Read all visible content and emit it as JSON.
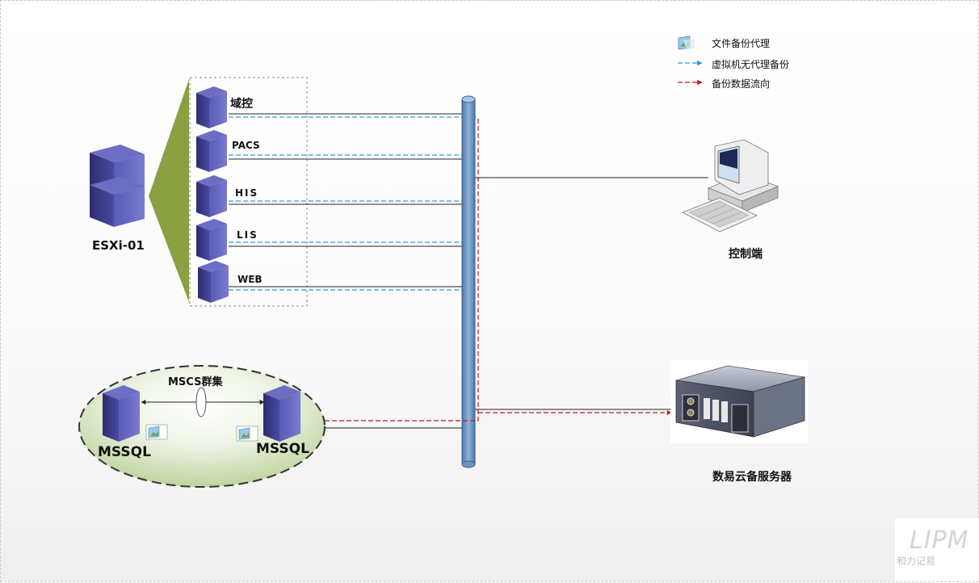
{
  "legend": {
    "items": [
      {
        "icon": "backup-agent-icon",
        "label": "文件备份代理"
      },
      {
        "icon": "cyan-dashed-arrow",
        "label": "虚拟机无代理备份"
      },
      {
        "icon": "red-dashed-arrow",
        "label": "备份数据流向"
      }
    ]
  },
  "host": {
    "label": "ESXi-01"
  },
  "vms": [
    "域控",
    "PACS",
    "HIS",
    "LIS",
    "WEB"
  ],
  "cluster": {
    "title": "MSCS群集",
    "left_node": "MSSQL",
    "right_node": "MSSQL"
  },
  "console": {
    "label": "控制端"
  },
  "cloud_server": {
    "label": "数易云备服务器"
  },
  "watermark": {
    "logo": "LIPM",
    "caption": "和力记易"
  },
  "colors": {
    "agentless": "#2e9bd6",
    "dataflow": "#c0161b",
    "bus": "#5d88b8",
    "cone": "#8aa043",
    "server": "#3d3d8a",
    "ellipse": "#c9dcb0"
  }
}
